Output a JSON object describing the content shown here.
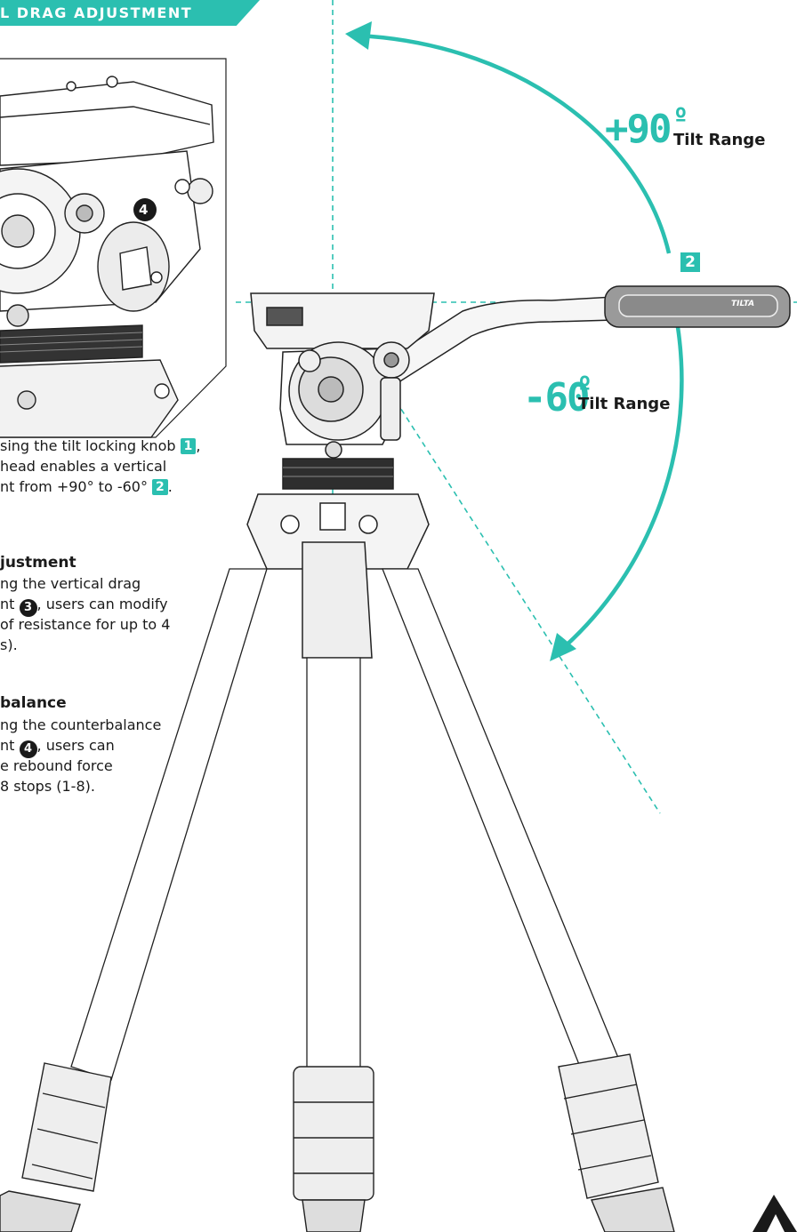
{
  "header": {
    "title": "L DRAG ADJUSTMENT"
  },
  "text": {
    "p1_line1": "sing the tilt locking knob",
    "p1_badge1": "1",
    "p1_line1_tail": ",",
    "p1_line2": "head enables a vertical",
    "p1_line3": "nt from +90° to -60°",
    "p1_badge2": "2",
    "p1_line3_tail": ".",
    "h2": "justment",
    "p2_line1": "ng the vertical drag",
    "p2_line2a": "nt",
    "p2_circle": "3",
    "p2_line2b": ", users can modify",
    "p2_line3": "of resistance for up to 4",
    "p2_line4": "s).",
    "h3": "balance",
    "p3_line1": "ng the counterbalance",
    "p3_line2a": "nt",
    "p3_circle": "4",
    "p3_line2b": ", users can",
    "p3_line3": "e rebound force",
    "p3_line4": "8 stops (1-8)."
  },
  "inset": {
    "callout": "4"
  },
  "tilt": {
    "up_value": "+90",
    "up_degree": "º",
    "up_label": "Tilt Range",
    "down_value": "-60",
    "down_degree": "º",
    "down_label": "Tilt Range",
    "handle_badge": "2"
  },
  "handle": {
    "brand": "TILTA"
  },
  "colors": {
    "accent": "#2bbfb0",
    "line": "#222222"
  }
}
